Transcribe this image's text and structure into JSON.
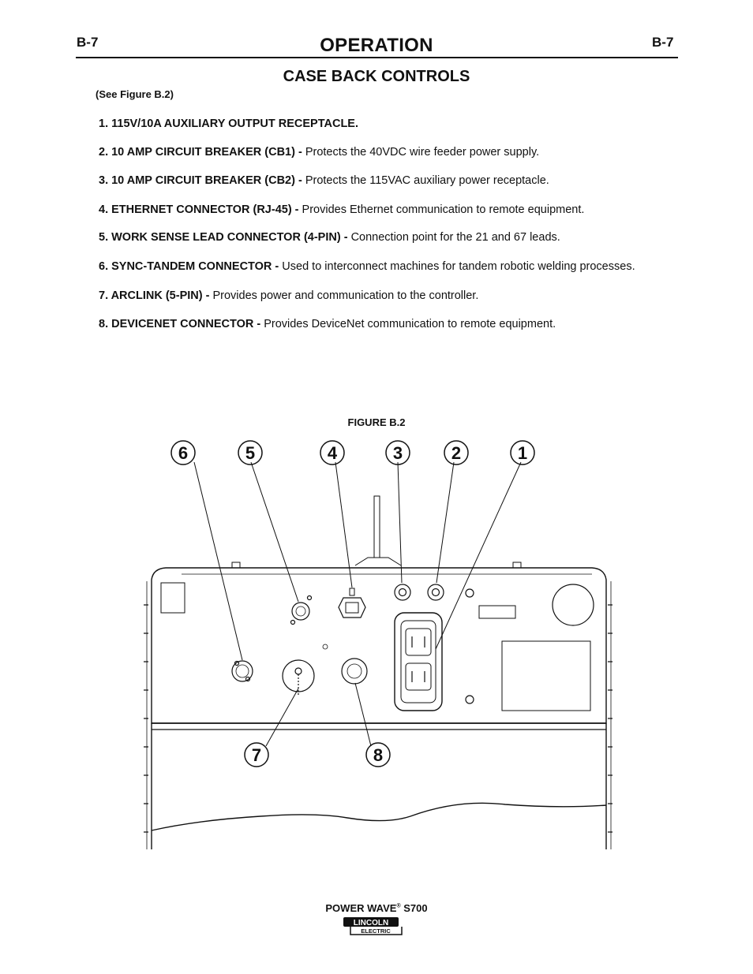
{
  "header": {
    "page_left": "B-7",
    "page_right": "B-7",
    "title": "OPERATION",
    "subtitle": "CASE BACK CONTROLS"
  },
  "intro": "(See Figure B.2)",
  "items": [
    {
      "label": "1. 115V/10A AUXILIARY OUTPUT RECEPTACLE.",
      "desc": ""
    },
    {
      "label": "2. 10 AMP CIRCUIT BREAKER (CB1) - ",
      "desc": "Protects the 40VDC wire feeder power supply."
    },
    {
      "label": "3. 10 AMP CIRCUIT BREAKER (CB2) - ",
      "desc": "Protects the 115VAC auxiliary power receptacle."
    },
    {
      "label": "4. ETHERNET CONNECTOR (RJ-45) - ",
      "desc": "Provides Ethernet communication to remote equipment."
    },
    {
      "label": "5. WORK SENSE LEAD CONNECTOR (4-PIN) - ",
      "desc": "Connection point for the 21 and 67 leads."
    },
    {
      "label": "6. SYNC-TANDEM CONNECTOR - ",
      "desc": "Used to interconnect machines for tandem robotic welding processes."
    },
    {
      "label": "7. ARCLINK (5-PIN) - ",
      "desc": "Provides power and communication to the controller."
    },
    {
      "label": "8. DEVICENET CONNECTOR - ",
      "desc": "Provides DeviceNet communication to remote equipment."
    }
  ],
  "figure": {
    "label": "FIGURE B.2",
    "callouts": [
      "6",
      "5",
      "4",
      "3",
      "2",
      "1",
      "7",
      "8"
    ]
  },
  "footer": {
    "product_prefix": "POWER WAVE",
    "reg_mark": "®",
    "product_suffix": " S700",
    "logo_top": "LINCOLN",
    "logo_bottom": "ELECTRIC"
  }
}
